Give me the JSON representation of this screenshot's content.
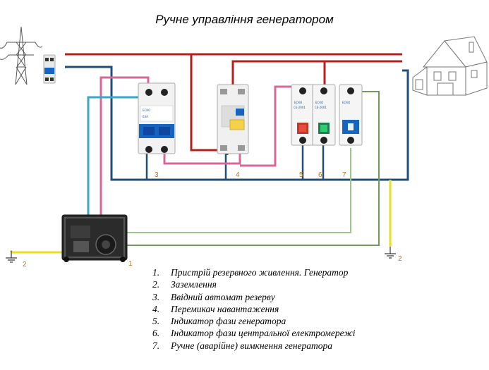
{
  "title": "Ручне управління генератором",
  "labels": {
    "generator": "1",
    "ground_left": "2",
    "ground_right": "2",
    "breaker": "3",
    "switch": "4",
    "indicator_gen": "5",
    "indicator_grid": "6",
    "emergency_stop": "7"
  },
  "legend": [
    {
      "num": "1.",
      "text": "Пристрій резервного живлення. Генератор"
    },
    {
      "num": "2.",
      "text": "Заземлення"
    },
    {
      "num": "3.",
      "text": "Ввідний автомат резерву"
    },
    {
      "num": "4.",
      "text": "Перемикач навантаження"
    },
    {
      "num": "5.",
      "text": "Індикатор фази генератора"
    },
    {
      "num": "6.",
      "text": "Індикатор фази центральної електромережі"
    },
    {
      "num": "7.",
      "text": "Ручне (аварійне) вимкнення генератора"
    }
  ],
  "device_text": {
    "brand": "ЕСКО",
    "indicator_model": "СЕ-2001",
    "breaker_rating": "63А"
  },
  "colors": {
    "phase_wire": "#b5201f",
    "neutral_wire": "#1f4e7a",
    "generator_phase_wire": "#d7679a",
    "generator_neutral_wire": "#3aa7c8",
    "control_wire": "#8db87a",
    "ground_wire": "#e6e11c",
    "label_color": "#b8741a",
    "device_blue": "#1565c0"
  }
}
